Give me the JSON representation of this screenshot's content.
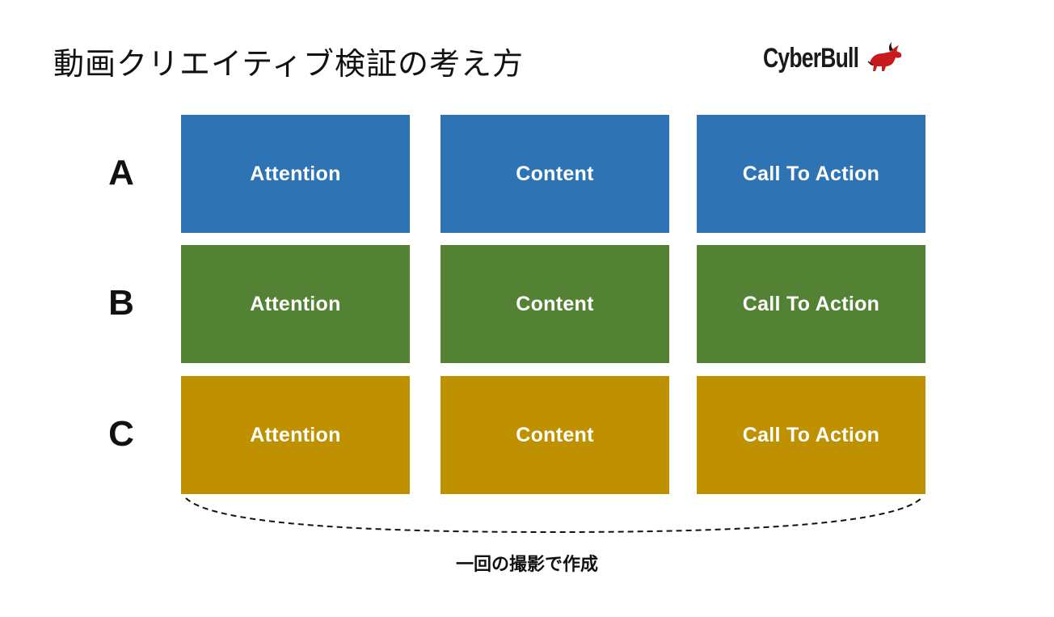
{
  "title": "動画クリエイティブ検証の考え方",
  "logo": {
    "text": "CyberBull",
    "icon": "bull-icon",
    "icon_color": "#c8191c"
  },
  "rows": [
    {
      "label": "A",
      "color": "#2e74b5",
      "cells": [
        "Attention",
        "Content",
        "Call To Action"
      ]
    },
    {
      "label": "B",
      "color": "#548235",
      "cells": [
        "Attention",
        "Content",
        "Call To Action"
      ]
    },
    {
      "label": "C",
      "color": "#bf9000",
      "cells": [
        "Attention",
        "Content",
        "Call To Action"
      ]
    }
  ],
  "caption": "一回の撮影で作成"
}
